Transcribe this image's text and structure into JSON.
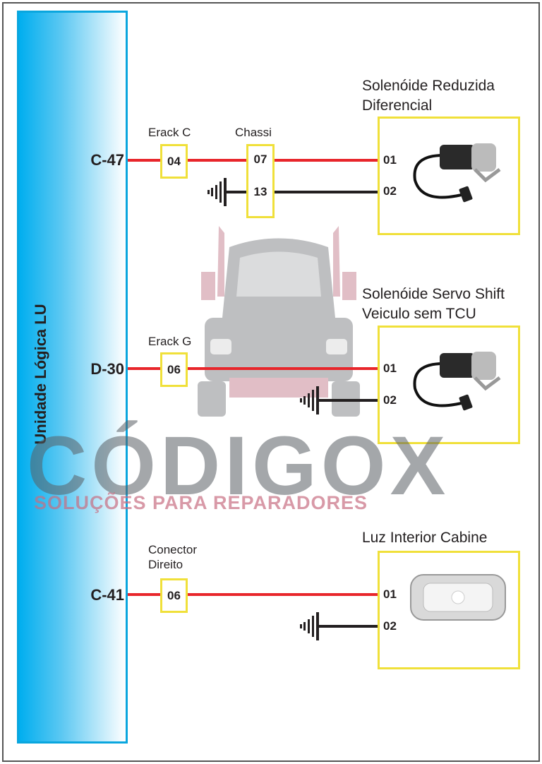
{
  "control_unit": {
    "label": "Unidade Lógica LU"
  },
  "circuits": [
    {
      "pin": "C-47",
      "connectors": [
        {
          "label": "Erack C",
          "pins": [
            "04"
          ]
        },
        {
          "label": "Chassi",
          "pins": [
            "07",
            "13"
          ]
        }
      ],
      "component": {
        "title_line1": "Solenóide Reduzida",
        "title_line2": "Diferencial",
        "pins": [
          "01",
          "02"
        ]
      }
    },
    {
      "pin": "D-30",
      "connectors": [
        {
          "label": "Erack G",
          "pins": [
            "06"
          ]
        }
      ],
      "component": {
        "title_line1": "Solenóide Servo Shift",
        "title_line2": "Veiculo sem TCU",
        "pins": [
          "01",
          "02"
        ]
      }
    },
    {
      "pin": "C-41",
      "connectors": [
        {
          "label_line1": "Conector",
          "label_line2": "Direito",
          "pins": [
            "06"
          ]
        }
      ],
      "component": {
        "title_line1": "Luz Interior Cabine",
        "pins": [
          "01",
          "02"
        ]
      }
    }
  ],
  "watermark": {
    "brand": "CÓDIGOX",
    "tagline": "SOLUÇÕES PARA REPARADORES"
  },
  "colors": {
    "power_wire": "#e8262b",
    "ground_wire": "#231f20",
    "connector_border": "#f0e03a",
    "unit_fill": "#00aeef"
  }
}
